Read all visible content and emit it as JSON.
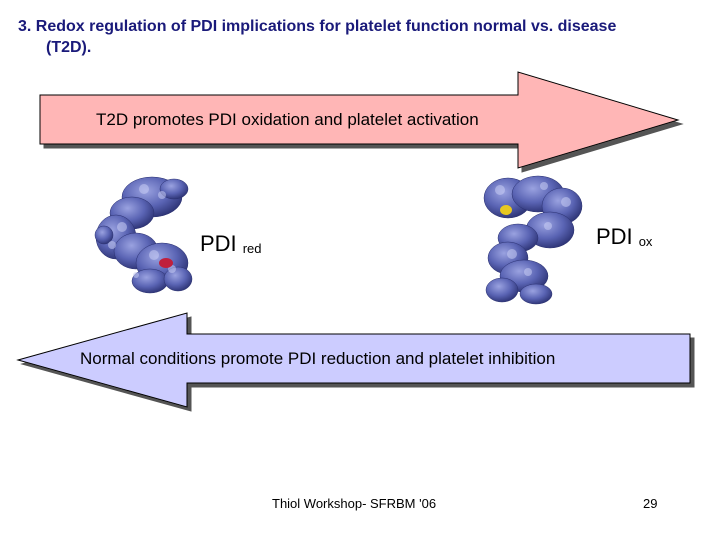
{
  "title": {
    "line1": "3. Redox regulation of PDI implications for platelet function normal vs. disease",
    "line2": "(T2D)."
  },
  "top_arrow": {
    "label": "T2D promotes PDI oxidation and platelet activation",
    "color": "#ffb6b6",
    "direction": "right"
  },
  "bottom_arrow": {
    "label": "Normal conditions promote PDI reduction and platelet inhibition",
    "color": "#ccccff",
    "direction": "left"
  },
  "pdi_red": {
    "main": "PDI",
    "sub": "red",
    "protein_color": "#5a64b4",
    "active_site_color": "#c0203c"
  },
  "pdi_ox": {
    "main": "PDI",
    "sub": "ox",
    "protein_color": "#5a64b4",
    "active_site_color": "#e8c820"
  },
  "footer": {
    "center_text": "Thiol Workshop- SFRBM '06",
    "page_number": "29"
  }
}
